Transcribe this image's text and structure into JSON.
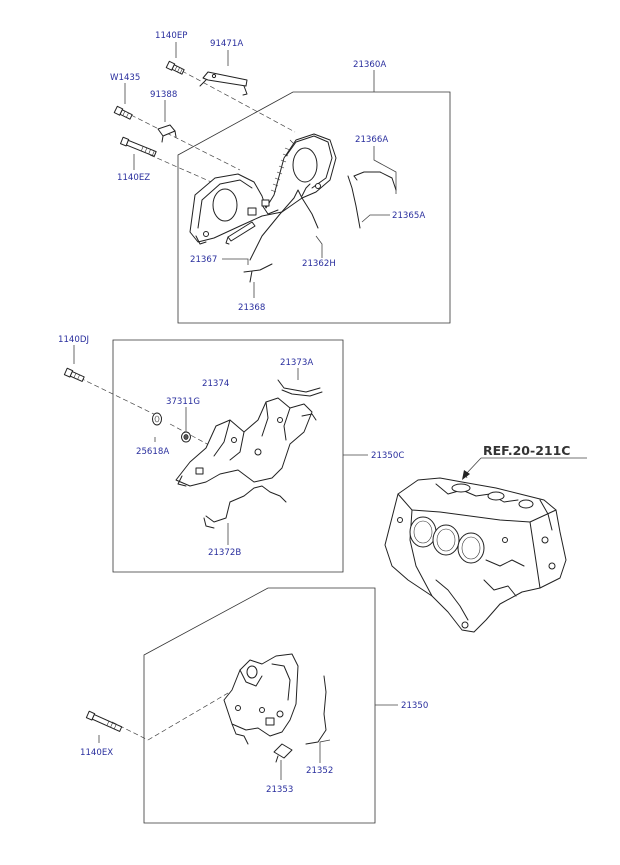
{
  "labels": {
    "l_1140EP": "1140EP",
    "l_91471A": "91471A",
    "l_W1435": "W1435",
    "l_91388": "91388",
    "l_21360A": "21360A",
    "l_21366A": "21366A",
    "l_1140EZ": "1140EZ",
    "l_21365A": "21365A",
    "l_21367": "21367",
    "l_21362H": "21362H",
    "l_21368": "21368",
    "l_1140DJ": "1140DJ",
    "l_21373A": "21373A",
    "l_21374": "21374",
    "l_37311G": "37311G",
    "l_25618A": "25618A",
    "l_21350C": "21350C",
    "l_21372B": "21372B",
    "l_21350": "21350",
    "l_1140EX": "1140EX",
    "l_21352": "21352",
    "l_21353": "21353"
  },
  "reference": "REF.20-211C"
}
